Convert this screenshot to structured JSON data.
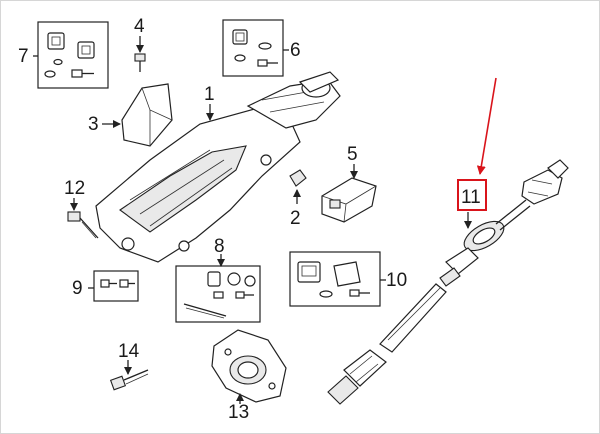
{
  "callouts": {
    "c1": "1",
    "c2": "2",
    "c3": "3",
    "c4": "4",
    "c5": "5",
    "c6": "6",
    "c7": "7",
    "c8": "8",
    "c9": "9",
    "c10": "10",
    "c11": "11",
    "c12": "12",
    "c13": "13",
    "c14": "14"
  },
  "colors": {
    "highlight": "#d9141b",
    "ink": "#1a1a1a"
  }
}
